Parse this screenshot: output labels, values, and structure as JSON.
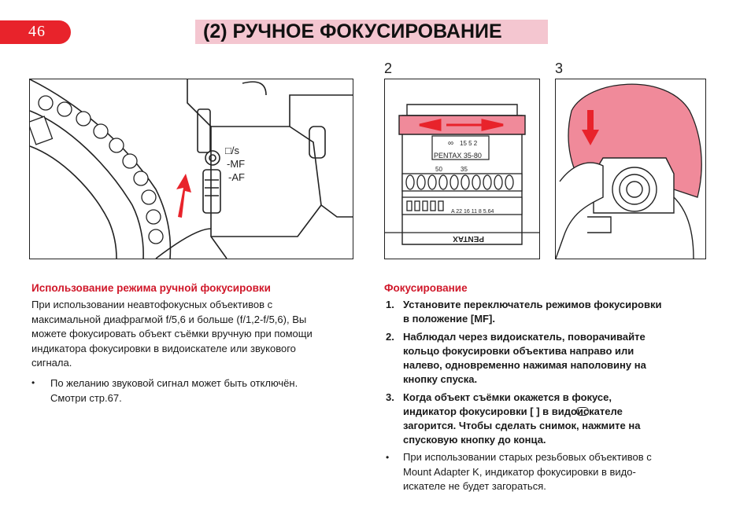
{
  "page_number": "46",
  "title": "(2)  РУЧНОЕ ФОКУСИРОВАНИЕ",
  "figures": {
    "fig2_number": "2",
    "fig3_number": "3",
    "switch_labels": [
      "□/s",
      "-MF",
      "-AF"
    ],
    "lens_scale_infinity": "∞",
    "lens_scale_values": "15  5  2",
    "lens_brand": "PENTAX 35-80",
    "lens_focal_marks": [
      "50",
      "35"
    ],
    "lens_aperture_scale": "A 22 16 11 8 5.64",
    "body_brand": "PENTAX"
  },
  "left": {
    "heading": "Использование режима ручной фокусировки",
    "paragraph_lines": [
      "При  использовании  неавтофокусных  объективов  с",
      "максимальной диафрагмой f/5,6 и больше (f/1,2-f/5,6), Вы",
      "можете фокусировать объект съёмки вручную при помощи",
      "индикатора фокусировки в видоискателе или звукового",
      "сигнала."
    ],
    "bullet": "•",
    "note_lines": [
      "По желанию звуковой сигнал может быть отключён.",
      "Смотри стр.67."
    ]
  },
  "right": {
    "heading": "Фокусирование",
    "steps": [
      {
        "num": "1.",
        "lines": [
          "Установите переключатель режимов фокусировки",
          "в положение [MF]."
        ]
      },
      {
        "num": "2.",
        "lines": [
          "Наблюдал  через  видоискатель,  поворачивайте",
          "кольцо  фокусировки  объектива  направо  или",
          "налево,  одновременно  нажимая  наполовину  на",
          "кнопку спуска."
        ]
      },
      {
        "num": "3.",
        "lines": [
          "Когда  объект  съёмки  окажется  в  фокусе,",
          "индикатор  фокусировки  [     ]  в  видоискателе",
          "загорится.  Чтобы  сделать  снимок,  нажмите  на",
          "спусковую кнопку до конца."
        ]
      }
    ],
    "bullet": "•",
    "note_lines": [
      "При использовании старых резьбовых объективов с",
      "Mount Adapter K, индикатор фокусировки в видо-",
      "искателе не будет загораться."
    ]
  },
  "colors": {
    "accent": "#e8232b",
    "title_bg": "#f4c6d0",
    "heading": "#d0182a",
    "pink_ring": "#f08a9a"
  }
}
